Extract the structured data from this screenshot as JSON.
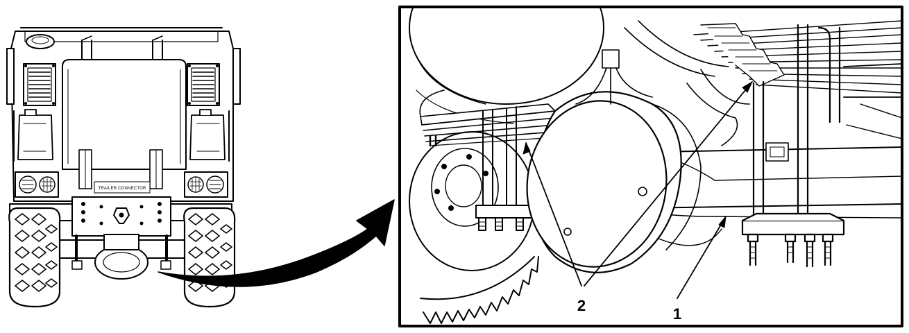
{
  "figure": {
    "vehicle": {
      "placard_text": "TRAILER CONNECTOR"
    },
    "detail": {
      "callouts": [
        {
          "label": "2"
        },
        {
          "label": "1"
        }
      ]
    },
    "colors": {
      "ink": "#000000",
      "paper": "#ffffff"
    },
    "icons": {
      "pointer": "curved-arrow-icon"
    }
  }
}
